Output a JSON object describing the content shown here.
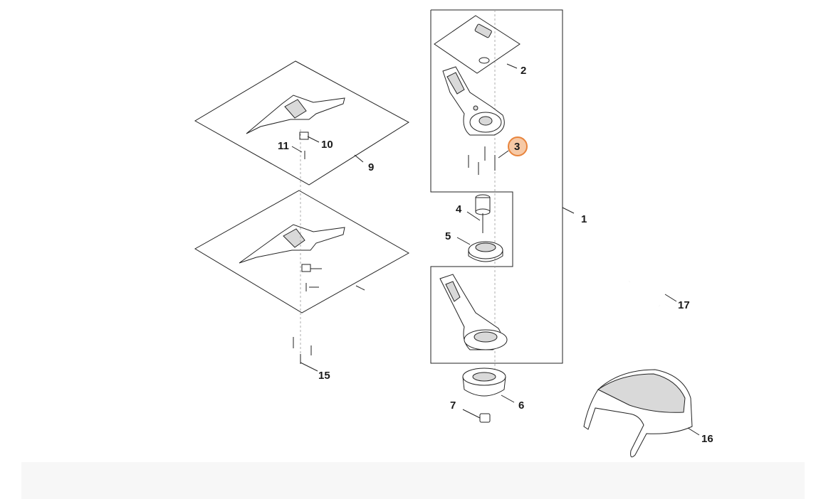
{
  "diagram": {
    "accent_color": "#e8843c",
    "highlight_fill": "#f6c9a6",
    "selected_callout": "3",
    "callouts": {
      "c1": "1",
      "c2": "2",
      "c3": "3",
      "c4": "4",
      "c5": "5",
      "c6": "6",
      "c7": "7",
      "c9": "9",
      "c10": "10",
      "c11": "11",
      "c15": "15",
      "c16": "16",
      "c17": "17"
    }
  }
}
